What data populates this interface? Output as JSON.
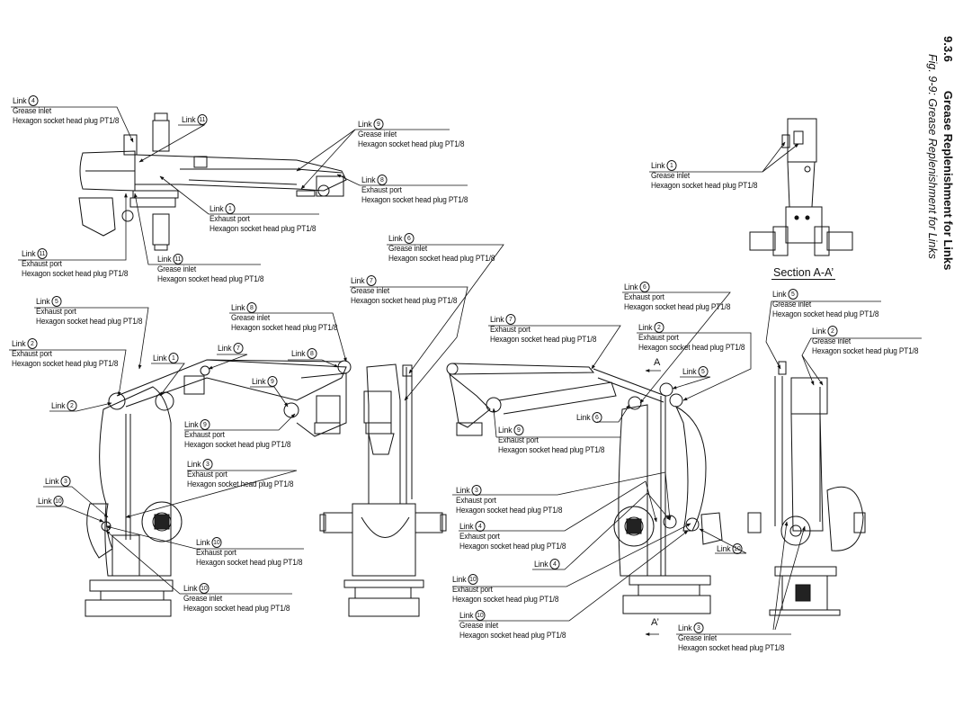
{
  "page": {
    "section_title": "9.3.6",
    "section_name": "Grease Replenishment for Links",
    "figure_caption": "Fig. 9-9: Grease Replenishment for Links",
    "section_view_label": "Section A-A’",
    "view_mark_a": "A",
    "view_mark_a_prime": "A’"
  },
  "callouts": [
    {
      "id": "c1",
      "link": "Link",
      "num": "4",
      "type": "Grease inlet",
      "plug": "Hexagon socket head plug PT1/8"
    },
    {
      "id": "c2",
      "link": "Link",
      "num": "11",
      "type": "",
      "plug": ""
    },
    {
      "id": "c3",
      "link": "Link",
      "num": "9",
      "type": "Grease inlet",
      "plug": "Hexagon socket head plug PT1/8"
    },
    {
      "id": "c4",
      "link": "Link",
      "num": "8",
      "type": "Exhaust port",
      "plug": "Hexagon socket head plug PT1/8"
    },
    {
      "id": "c5",
      "link": "Link",
      "num": "1",
      "type": "Exhaust port",
      "plug": "Hexagon socket head plug PT1/8"
    },
    {
      "id": "c6",
      "link": "Link",
      "num": "11",
      "type": "Exhaust port",
      "plug": "Hexagon socket head plug PT1/8"
    },
    {
      "id": "c7",
      "link": "Link",
      "num": "11",
      "type": "Grease inlet",
      "plug": "Hexagon socket head plug PT1/8"
    },
    {
      "id": "c8",
      "link": "Link",
      "num": "1",
      "type": "Grease inlet",
      "plug": "Hexagon socket head plug PT1/8"
    },
    {
      "id": "c9",
      "link": "Link",
      "num": "6",
      "type": "Grease inlet",
      "plug": "Hexagon socket head plug PT1/8"
    },
    {
      "id": "c10",
      "link": "Link",
      "num": "7",
      "type": "Grease inlet",
      "plug": "Hexagon socket head plug PT1/8"
    },
    {
      "id": "c11",
      "link": "Link",
      "num": "5",
      "type": "Exhaust port",
      "plug": "Hexagon socket head plug PT1/8"
    },
    {
      "id": "c12",
      "link": "Link",
      "num": "8",
      "type": "Grease inlet",
      "plug": "Hexagon socket head plug PT1/8"
    },
    {
      "id": "c13",
      "link": "Link",
      "num": "2",
      "type": "Exhaust port",
      "plug": "Hexagon socket head plug PT1/8"
    },
    {
      "id": "c14",
      "link": "Link",
      "num": "7",
      "type": "",
      "plug": ""
    },
    {
      "id": "c15",
      "link": "Link",
      "num": "1",
      "type": "",
      "plug": ""
    },
    {
      "id": "c16",
      "link": "Link",
      "num": "8",
      "type": "",
      "plug": ""
    },
    {
      "id": "c17",
      "link": "Link",
      "num": "9",
      "type": "",
      "plug": ""
    },
    {
      "id": "c18",
      "link": "Link",
      "num": "2",
      "type": "",
      "plug": ""
    },
    {
      "id": "c19",
      "link": "Link",
      "num": "9",
      "type": "Exhaust port",
      "plug": "Hexagon socket head plug PT1/8"
    },
    {
      "id": "c20",
      "link": "Link",
      "num": "3",
      "type": "Exhaust port",
      "plug": "Hexagon socket head plug PT1/8"
    },
    {
      "id": "c21",
      "link": "Link",
      "num": "3",
      "type": "",
      "plug": ""
    },
    {
      "id": "c22",
      "link": "Link",
      "num": "10",
      "type": "",
      "plug": ""
    },
    {
      "id": "c23",
      "link": "Link",
      "num": "10",
      "type": "Exhaust port",
      "plug": "Hexagon socket head plug PT1/8"
    },
    {
      "id": "c24",
      "link": "Link",
      "num": "10",
      "type": "Grease inlet",
      "plug": "Hexagon socket head plug PT1/8"
    },
    {
      "id": "c25",
      "link": "Link",
      "num": "6",
      "type": "Exhaust port",
      "plug": "Hexagon socket head plug PT1/8"
    },
    {
      "id": "c26",
      "link": "Link",
      "num": "7",
      "type": "Exhaust port",
      "plug": "Hexagon socket head plug PT1/8"
    },
    {
      "id": "c27",
      "link": "Link",
      "num": "2",
      "type": "Exhaust port",
      "plug": "Hexagon socket head plug PT1/8"
    },
    {
      "id": "c28",
      "link": "Link",
      "num": "5",
      "type": "",
      "plug": ""
    },
    {
      "id": "c29",
      "link": "Link",
      "num": "6",
      "type": "",
      "plug": ""
    },
    {
      "id": "c30",
      "link": "Link",
      "num": "9",
      "type": "Exhaust port",
      "plug": "Hexagon socket head plug PT1/8"
    },
    {
      "id": "c31",
      "link": "Link",
      "num": "3",
      "type": "Exhaust port",
      "plug": "Hexagon socket head plug PT1/8"
    },
    {
      "id": "c32",
      "link": "Link",
      "num": "4",
      "type": "Exhaust port",
      "plug": "Hexagon socket head plug PT1/8"
    },
    {
      "id": "c33",
      "link": "Link",
      "num": "4",
      "type": "",
      "plug": ""
    },
    {
      "id": "c34",
      "link": "Link",
      "num": "10",
      "type": "Exhaust port",
      "plug": "Hexagon socket head plug PT1/8"
    },
    {
      "id": "c35",
      "link": "Link",
      "num": "10",
      "type": "Grease inlet",
      "plug": "Hexagon socket head plug PT1/8"
    },
    {
      "id": "c36",
      "link": "Link",
      "num": "10",
      "type": "",
      "plug": ""
    },
    {
      "id": "c37",
      "link": "Link",
      "num": "3",
      "type": "Grease inlet",
      "plug": "Hexagon socket head plug PT1/8"
    },
    {
      "id": "c38",
      "link": "Link",
      "num": "5",
      "type": "Grease inlet",
      "plug": "Hexagon socket head plug PT1/8"
    },
    {
      "id": "c39",
      "link": "Link",
      "num": "2",
      "type": "Grease inlet",
      "plug": "Hexagon socket head plug PT1/8"
    }
  ]
}
